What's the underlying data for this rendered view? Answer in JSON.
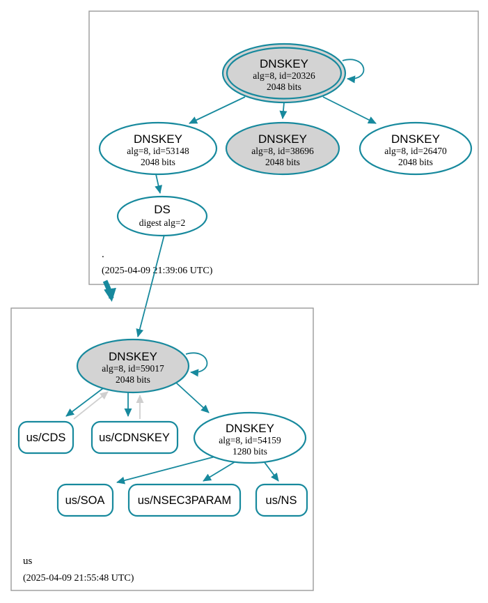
{
  "colors": {
    "secure_teal": "#17899d",
    "node_fill_gray": "#d3d3d3",
    "insecure_arrow_gray": "#cfcfcf",
    "zone_border_gray": "#9a9a9a",
    "text_black": "#000000"
  },
  "root_zone": {
    "label": ".",
    "timestamp": "(2025-04-09 21:39:06 UTC)",
    "nodes": {
      "ksk_20326": {
        "type": "DNSKEY",
        "detail": "alg=8, id=20326",
        "size": "2048 bits"
      },
      "zsk_53148": {
        "type": "DNSKEY",
        "detail": "alg=8, id=53148",
        "size": "2048 bits"
      },
      "zsk_38696": {
        "type": "DNSKEY",
        "detail": "alg=8, id=38696",
        "size": "2048 bits"
      },
      "zsk_26470": {
        "type": "DNSKEY",
        "detail": "alg=8, id=26470",
        "size": "2048 bits"
      },
      "ds": {
        "type": "DS",
        "detail": "digest alg=2"
      }
    }
  },
  "us_zone": {
    "label": "us",
    "timestamp": "(2025-04-09 21:55:48 UTC)",
    "nodes": {
      "ksk_59017": {
        "type": "DNSKEY",
        "detail": "alg=8, id=59017",
        "size": "2048 bits"
      },
      "zsk_54159": {
        "type": "DNSKEY",
        "detail": "alg=8, id=54159",
        "size": "1280 bits"
      },
      "cds": {
        "label": "us/CDS"
      },
      "cdnskey": {
        "label": "us/CDNSKEY"
      },
      "soa": {
        "label": "us/SOA"
      },
      "nsec3param": {
        "label": "us/NSEC3PARAM"
      },
      "ns": {
        "label": "us/NS"
      }
    }
  }
}
